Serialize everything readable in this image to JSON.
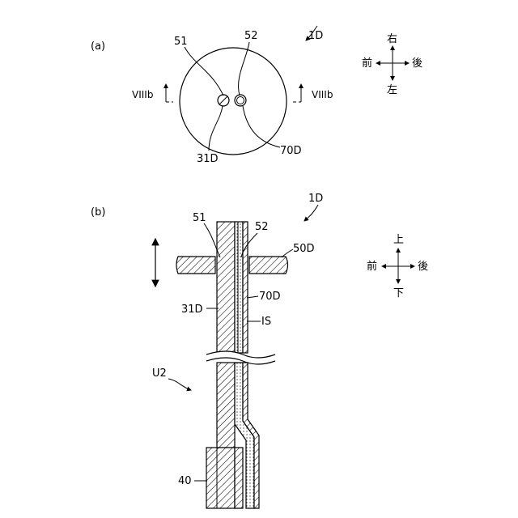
{
  "panel_a": {
    "panel_label": "(a)",
    "ref_1D": "1D",
    "ref_51": "51",
    "ref_52": "52",
    "ref_31D": "31D",
    "ref_70D": "70D",
    "section_left": "VIIIb",
    "section_right": "VIIIb",
    "compass": {
      "up": "右",
      "down": "左",
      "left": "前",
      "right": "後"
    }
  },
  "panel_b": {
    "panel_label": "(b)",
    "ref_1D": "1D",
    "ref_51": "51",
    "ref_52": "52",
    "ref_50D": "50D",
    "ref_70D": "70D",
    "ref_31D": "31D",
    "ref_IS": "IS",
    "ref_U2": "U2",
    "ref_40": "40",
    "compass": {
      "up": "上",
      "down": "下",
      "left": "前",
      "right": "後"
    }
  },
  "colors": {
    "ink": "#000000",
    "background": "#ffffff"
  }
}
